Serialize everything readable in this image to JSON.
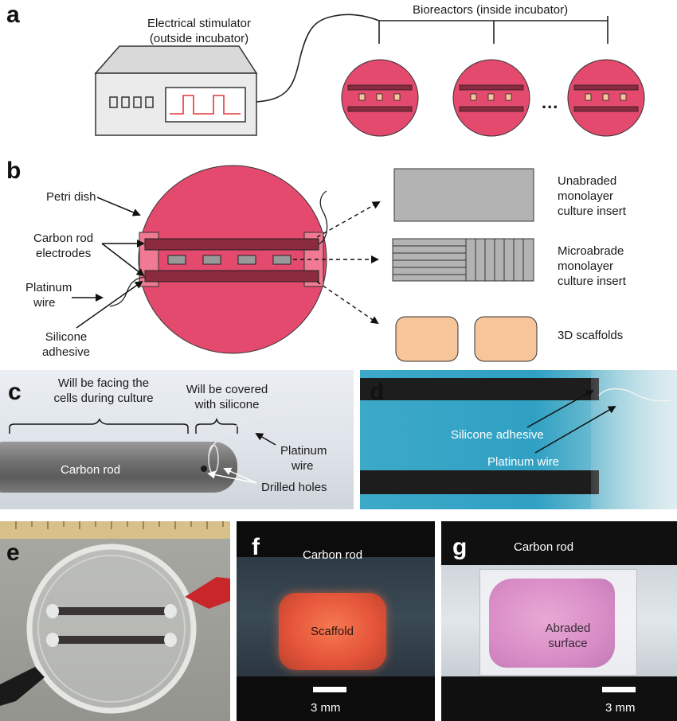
{
  "panel_labels": {
    "a": "a",
    "b": "b",
    "c": "c",
    "d": "d",
    "e": "e",
    "f": "f",
    "g": "g"
  },
  "panel_a": {
    "stimulator_label_1": "Electrical stimulator",
    "stimulator_label_2": "(outside incubator)",
    "bioreactors_label": "Bioreactors (inside incubator)",
    "ellipsis": "..."
  },
  "panel_b": {
    "petri_dish": "Petri dish",
    "carbon_rod_1": "Carbon rod",
    "carbon_rod_2": "electrodes",
    "platinum_1": "Platinum",
    "platinum_2": "wire",
    "silicone_1": "Silicone",
    "silicone_2": "adhesive",
    "unabraded_1": "Unabraded",
    "unabraded_2": "monolayer",
    "unabraded_3": "culture insert",
    "microabrade_1": "Microabrade",
    "microabrade_2": "monolayer",
    "microabrade_3": "culture insert",
    "scaffolds": "3D scaffolds"
  },
  "panel_c": {
    "facing_1": "Will be facing the",
    "facing_2": "cells during culture",
    "covered_1": "Will be covered",
    "covered_2": "with silicone",
    "carbon_rod": "Carbon rod",
    "platinum_1": "Platinum",
    "platinum_2": "wire",
    "drilled": "Drilled holes"
  },
  "panel_d": {
    "silicone": "Silicone adhesive",
    "platinum": "Platinum wire"
  },
  "panel_f": {
    "carbon_rod": "Carbon rod",
    "scaffold": "Scaffold",
    "scale": "3 mm"
  },
  "panel_g": {
    "carbon_rod": "Carbon rod",
    "abraded_1": "Abraded",
    "abraded_2": "surface",
    "scale": "3 mm"
  },
  "colors": {
    "dish_pink": "#e34a6e",
    "rod_dark": "#8c2a40",
    "scaffold_peach": "#f7c59a",
    "insert_gray": "#b3b3b3"
  }
}
